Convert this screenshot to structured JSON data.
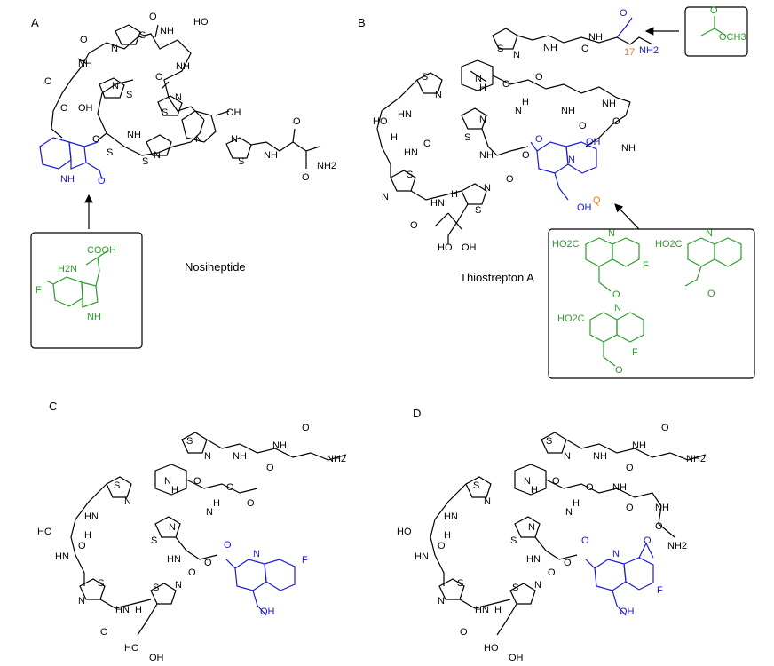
{
  "panels": {
    "a": {
      "letter": "A",
      "caption": "Nosiheptide"
    },
    "b": {
      "letter": "B",
      "caption": "Thiostrepton A"
    },
    "c": {
      "letter": "C"
    },
    "d": {
      "letter": "D"
    }
  },
  "atoms": {
    "S": "S",
    "N": "N",
    "O": "O",
    "H": "H",
    "F": "F",
    "HN": "HN",
    "NH": "NH",
    "NH2": "NH2",
    "HO": "HO",
    "OH": "OH",
    "COOH": "COOH",
    "H2N": "H2N",
    "HO2C": "HO2C",
    "OCH3": "OCH3"
  },
  "annotations": {
    "position_17": "17",
    "ring_q": "Q"
  },
  "colors": {
    "core": "#000000",
    "modified": "#1a1ad6",
    "precursor": "#2e9b2e",
    "label": "#e87a1a"
  }
}
